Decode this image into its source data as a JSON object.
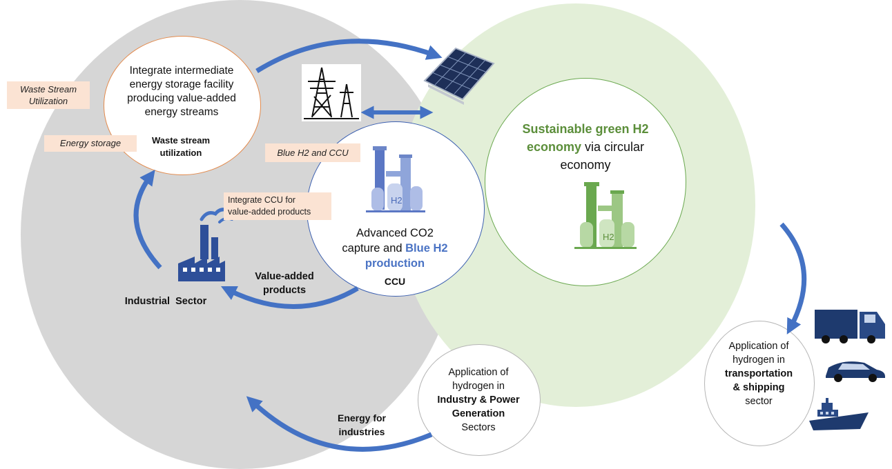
{
  "storage": {
    "line1": "Integrate intermediate",
    "line2": "energy storage facility",
    "line3": "producing value-added",
    "line4": "energy streams",
    "sub1": "Waste stream",
    "sub2": "utilization"
  },
  "tags": {
    "waste1": "Waste Stream",
    "waste2": "Utilization",
    "energy_storage": "Energy storage",
    "blue_ccu": "Blue H2 and CCU",
    "ccu1": "Integrate CCU for",
    "ccu2": "value-added products"
  },
  "blue": {
    "l1": "Advanced CO2",
    "l2a": "capture and ",
    "l2b": "Blue H2",
    "l3": "production",
    "l4": "CCU"
  },
  "green": {
    "l1": "Sustainable green H2",
    "l2a": "economy",
    "l2b": " via circular",
    "l3": "economy"
  },
  "industrial": {
    "label": "Industrial  Sector",
    "value1": "Value-added",
    "value2": "products"
  },
  "industry_app": {
    "l1": "Application of",
    "l2": "hydrogen in",
    "l3": "Industry & Power",
    "l4": "Generation",
    "l5": "Sectors"
  },
  "energy_ind": {
    "l1": "Energy for",
    "l2": "industries"
  },
  "transport_app": {
    "l1": "Application of",
    "l2": "hydrogen in",
    "l3": "transportation",
    "l4": "& shipping",
    "l5": "sector"
  },
  "h2_symbol": "H2",
  "colors": {
    "gray_bg": "#d6d6d6",
    "green_bg": "#e3efd8",
    "arrow": "#4472c4",
    "green_text": "#5b8e3a",
    "blue_text": "#4a73c4",
    "tag_bg": "#fbe3d3"
  }
}
